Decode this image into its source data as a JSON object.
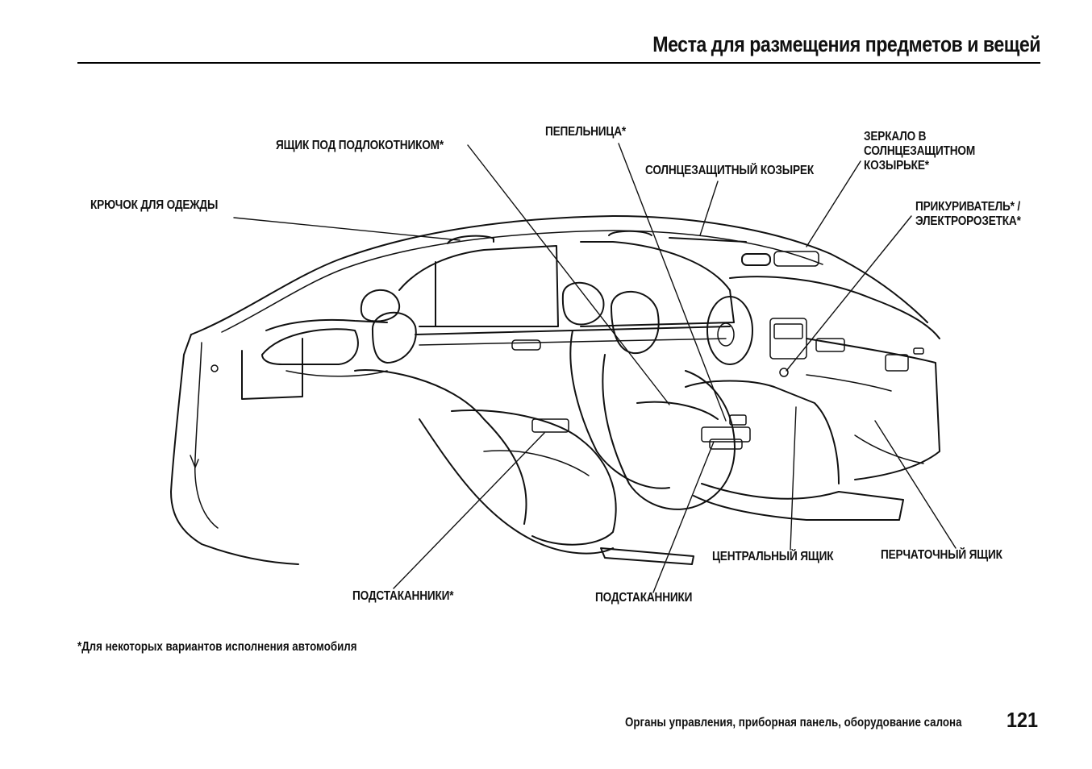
{
  "header": {
    "title": "Места для размещения предметов и вещей"
  },
  "callouts": {
    "coat_hook": "КРЮЧОК ДЛЯ ОДЕЖДЫ",
    "armrest_box": "ЯЩИК ПОД ПОДЛОКОТНИКОМ*",
    "ashtray": "ПЕПЕЛЬНИЦА*",
    "sun_visor": "СОЛНЦЕЗАЩИТНЫЙ КОЗЫРЕК",
    "vanity_mirror": [
      "ЗЕРКАЛО В",
      "СОЛНЦЕЗАЩИТНОМ",
      "КОЗЫРЬКЕ*"
    ],
    "lighter": [
      "ПРИКУРИВАТЕЛЬ* /",
      "ЭЛЕКТРОРОЗЕТКА*"
    ],
    "center_box": "ЦЕНТРАЛЬНЫЙ ЯЩИК",
    "glove_box": "ПЕРЧАТОЧНЫЙ ЯЩИК",
    "rear_cupholders": "ПОДСТАКАННИКИ*",
    "front_cupholders": "ПОДСТАКАННИКИ"
  },
  "footnote": "*Для некоторых вариантов исполнения автомобиля",
  "footer": {
    "section": "Органы управления, приборная панель, оборудование салона",
    "page_number": "121"
  }
}
